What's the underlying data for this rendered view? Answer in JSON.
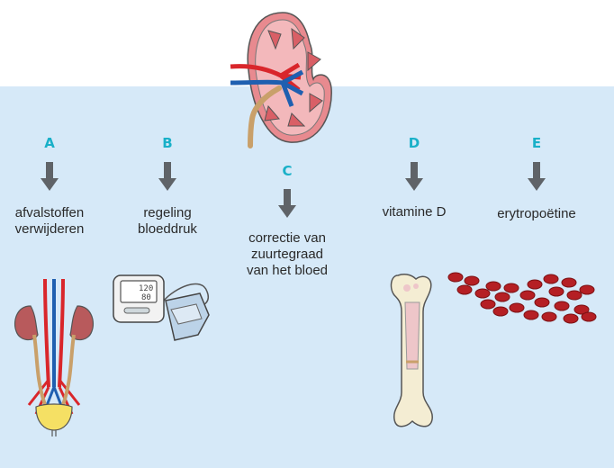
{
  "functions": [
    {
      "letter": "A",
      "label_lines": [
        "afvalstoffen",
        "verwijderen"
      ],
      "illustration": "urinary-system"
    },
    {
      "letter": "B",
      "label_lines": [
        "regeling",
        "bloeddruk"
      ],
      "illustration": "blood-pressure-monitor",
      "monitor_readout": [
        "120",
        "80"
      ]
    },
    {
      "letter": "C",
      "label_lines": [
        "correctie van",
        "zuurtegraad",
        "van het bloed"
      ],
      "illustration": "none"
    },
    {
      "letter": "D",
      "label_lines": [
        "vitamine D"
      ],
      "illustration": "bone"
    },
    {
      "letter": "E",
      "label_lines": [
        "erytropoëtine"
      ],
      "illustration": "red-blood-cells"
    }
  ],
  "central_illustration": "kidney-cross-section",
  "colors": {
    "panel_background": "#d6e9f8",
    "letter": "#19b0c8",
    "arrow": "#5f6368",
    "kidney": "#e88a8f",
    "artery": "#d9262b",
    "vein": "#1f5fb0",
    "ureter": "#c9a06a",
    "red_blood_cell": "#b51f24",
    "bone": "#f4edd3"
  }
}
